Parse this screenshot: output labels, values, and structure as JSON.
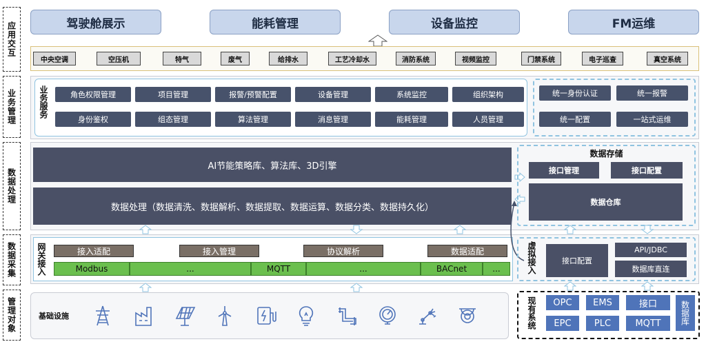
{
  "layers": {
    "application": "应用交互",
    "business": "业务管理",
    "processing": "数据处理",
    "collection": "数据采集",
    "managed": "管理对象"
  },
  "apps": [
    "驾驶舱展示",
    "能耗管理",
    "设备监控",
    "FM运维"
  ],
  "systems": [
    "中央空调",
    "空压机",
    "特气",
    "废气",
    "给排水",
    "工艺冷却水",
    "消防系统",
    "视频监控",
    "门禁系统",
    "电子巡查",
    "真空系统"
  ],
  "business": {
    "title": "业务服务",
    "row1": [
      "角色权限管理",
      "项目管理",
      "报警/预警配置",
      "设备管理",
      "系统监控",
      "组织架构"
    ],
    "row2": [
      "身份鉴权",
      "组态管理",
      "算法管理",
      "消息管理",
      "能耗管理",
      "人员管理"
    ],
    "unified": [
      "统一身份认证",
      "统一报警",
      "统一配置",
      "一站式运维"
    ]
  },
  "processing": {
    "ai": "AI节能策略库、算法库、3D引擎",
    "data": "数据处理（数据清洗、数据解析、数据提取、数据运算、数据分类、数据持久化）",
    "storage_title": "数据存储",
    "interface_mgmt": "接口管理",
    "interface_cfg": "接口配置",
    "warehouse": "数据仓库"
  },
  "gateway": {
    "title": "网关接入",
    "tags": [
      "接入适配",
      "接入管理",
      "协议解析",
      "数据适配"
    ],
    "protocols": [
      "Modbus",
      "...",
      "MQTT",
      "...",
      "BACnet",
      "..."
    ]
  },
  "virtual": {
    "title": "虚拟接入",
    "cfg": "接口配置",
    "api": "API/JDBC",
    "db": "数据库直连"
  },
  "infra": {
    "label": "基础设施",
    "icons": [
      "power-tower-icon",
      "factory-icon",
      "solar-panel-icon",
      "wind-turbine-icon",
      "ev-charger-icon",
      "lightbulb-icon",
      "water-pipe-icon",
      "gauge-icon",
      "robot-arm-icon",
      "camera-icon"
    ]
  },
  "legacy": {
    "title": "现有系统",
    "items": [
      "OPC",
      "EMS",
      "接口",
      "EPC",
      "PLC",
      "MQTT"
    ],
    "db": "数据库"
  },
  "colors": {
    "accent": "#8fc3e0",
    "dark": "#4a5066",
    "green": "#6bbf4e",
    "legacy_blue": "#4f74b9"
  }
}
